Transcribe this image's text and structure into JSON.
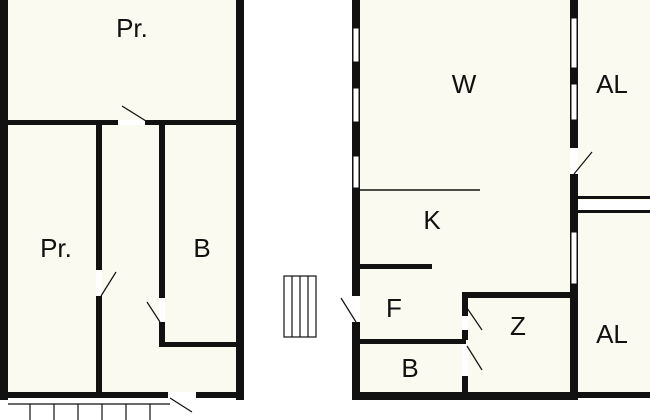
{
  "colors": {
    "wall": "#111111",
    "floor": "#fafaf0",
    "background": "#ffffff",
    "window": "#ffffff"
  },
  "rooms": {
    "left_top": "Pr.",
    "left_middle": "Pr.",
    "left_bathroom": "B",
    "living": "W",
    "kitchen": "K",
    "hall": "F",
    "right_bathroom": "B",
    "bedroom": "Z",
    "alcove_top": "AL",
    "alcove_bottom": "AL"
  }
}
